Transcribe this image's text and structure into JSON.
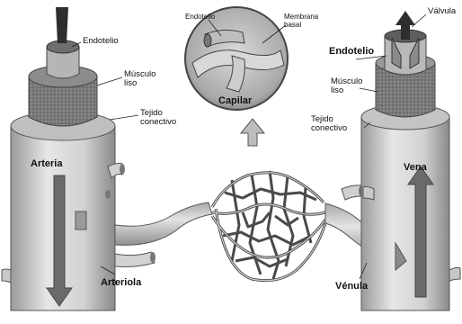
{
  "labels": {
    "endotelio_left": "Endotelio",
    "musculo_liso_left": "Músculo liso",
    "tejido_conectivo_left": "Tejido conectivo",
    "arteria": "Arteria",
    "arteriola": "Arteriola",
    "endotelio_capilar": "Endotelio",
    "membrana_basal": "Membrana basal",
    "capilar": "Capilar",
    "valvula": "Válvula",
    "endotelio_right": "Endotelio",
    "musculo_liso_right": "Músculo liso",
    "tejido_conectivo_right": "Tejido conectivo",
    "vena": "Vena",
    "venula": "Vénula"
  }
}
